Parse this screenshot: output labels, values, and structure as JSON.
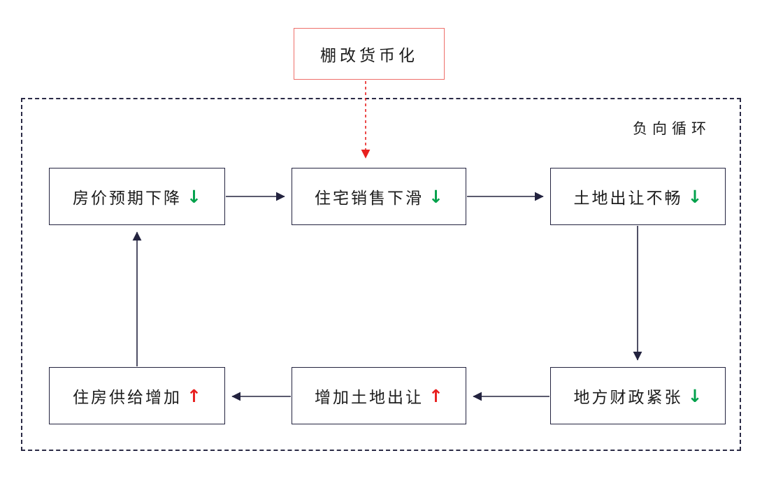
{
  "diagram": {
    "trigger": {
      "label": "棚改货币化"
    },
    "cycle_label": "负向循环",
    "nodes": [
      {
        "id": "house-price-expectation-decline",
        "label": "房价预期下降",
        "glyph": "↓",
        "trend": "down"
      },
      {
        "id": "residential-sales-decline",
        "label": "住宅销售下滑",
        "glyph": "↓",
        "trend": "down"
      },
      {
        "id": "land-sales-sluggish",
        "label": "土地出让不畅",
        "glyph": "↓",
        "trend": "down"
      },
      {
        "id": "housing-supply-increase",
        "label": "住房供给增加",
        "glyph": "↑",
        "trend": "up"
      },
      {
        "id": "increase-land-sales",
        "label": "增加土地出让",
        "glyph": "↑",
        "trend": "up"
      },
      {
        "id": "local-finance-strain",
        "label": "地方财政紧张",
        "glyph": "↓",
        "trend": "down"
      }
    ],
    "colors": {
      "down_arrow": "#00a14b",
      "up_arrow": "#e8201f",
      "box_border": "#23233f",
      "trigger_border": "#ee6f6a",
      "connector": "#23233f",
      "trigger_connector": "#e8201f",
      "background": "#ffffff",
      "text": "#1c1c1c"
    }
  }
}
